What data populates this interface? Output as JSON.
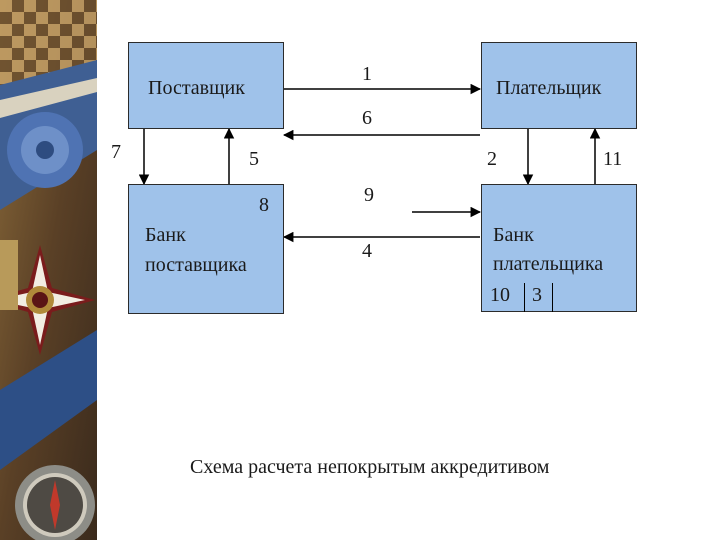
{
  "boxes": {
    "supplier": "Поставщик",
    "payer": "Плательщик",
    "supplier_bank": [
      "Банк",
      "поставщика"
    ],
    "payer_bank": [
      "Банк",
      "плательщика"
    ],
    "payer_bank_codes": [
      "10",
      "3"
    ]
  },
  "flow_labels": {
    "l1": "1",
    "l2": "2",
    "l4": "4",
    "l5": "5",
    "l6": "6",
    "l7": "7",
    "l8": "8",
    "l9": "9",
    "l11": "11"
  },
  "caption": "Схема расчета непокрытым аккредитивом",
  "colors": {
    "box_fill": "#9fc2ea",
    "line": "#000000"
  }
}
